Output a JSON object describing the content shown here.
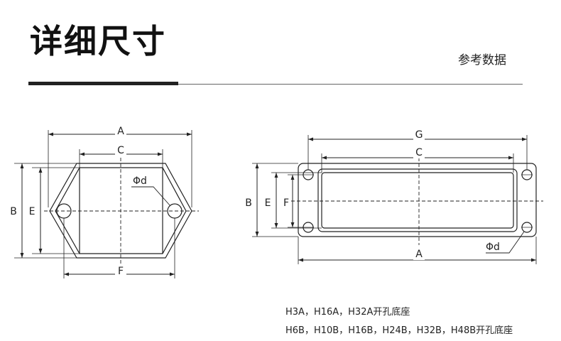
{
  "header": {
    "title": "详细尺寸",
    "subtitle": "参考数据"
  },
  "drawings": {
    "left": {
      "dim_A": "A",
      "dim_C": "C",
      "dim_B": "B",
      "dim_E": "E",
      "dim_F": "F",
      "dim_d": "Φd"
    },
    "right": {
      "dim_G": "G",
      "dim_C": "C",
      "dim_B": "B",
      "dim_E": "E",
      "dim_F": "F",
      "dim_A": "A",
      "dim_d": "Φd"
    }
  },
  "captions": {
    "line1": "H3A，H16A，H32A开孔底座",
    "line2": "H6B，H10B，H16B，H24B，H32B，H48B开孔底座"
  }
}
